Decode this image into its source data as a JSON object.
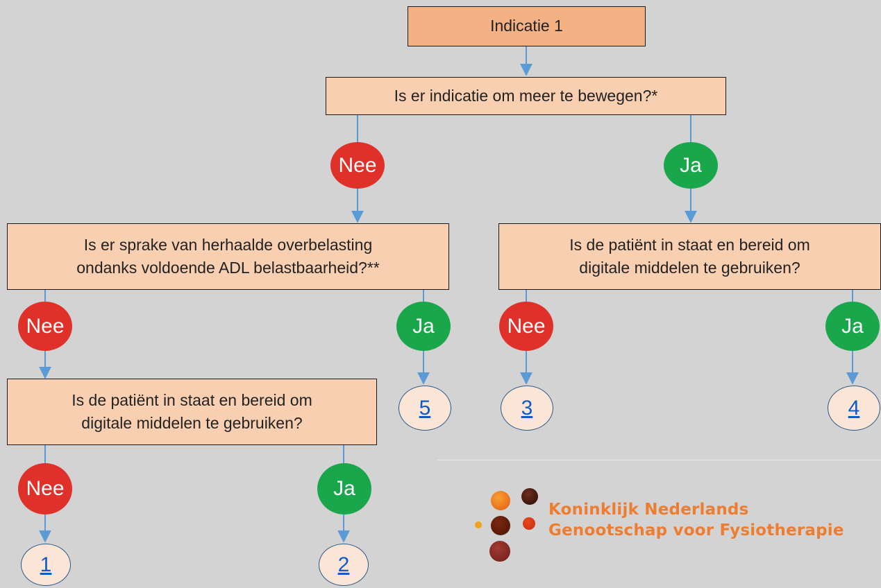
{
  "title": "Indicatie 1",
  "questions": {
    "q1": [
      "Is er indicatie om meer te bewegen?*"
    ],
    "q2": [
      "Is er sprake van herhaalde overbelasting",
      "ondanks voldoende ADL belastbaarheid?**"
    ],
    "q3": [
      "Is de patiënt in staat en bereid om",
      "digitale middelen te gebruiken?"
    ],
    "q4": [
      "Is de patiënt in staat en bereid om",
      "digitale middelen te gebruiken?"
    ]
  },
  "answers": {
    "no": "Nee",
    "yes": "Ja"
  },
  "outcomes": [
    "1",
    "2",
    "3",
    "4",
    "5"
  ],
  "logo": {
    "line1": "Koninklijk Nederlands",
    "line2": "Genootschap voor Fysiotherapie"
  },
  "colors": {
    "title_box": "#f4b183",
    "question_box": "#f8cfb0",
    "no": "#e0302a",
    "yes": "#1aa64b",
    "outcome": "#fbe5d6",
    "link": "#0b5cc9",
    "arrow": "#5b9bd5",
    "logo_text": "#ed7d31"
  }
}
